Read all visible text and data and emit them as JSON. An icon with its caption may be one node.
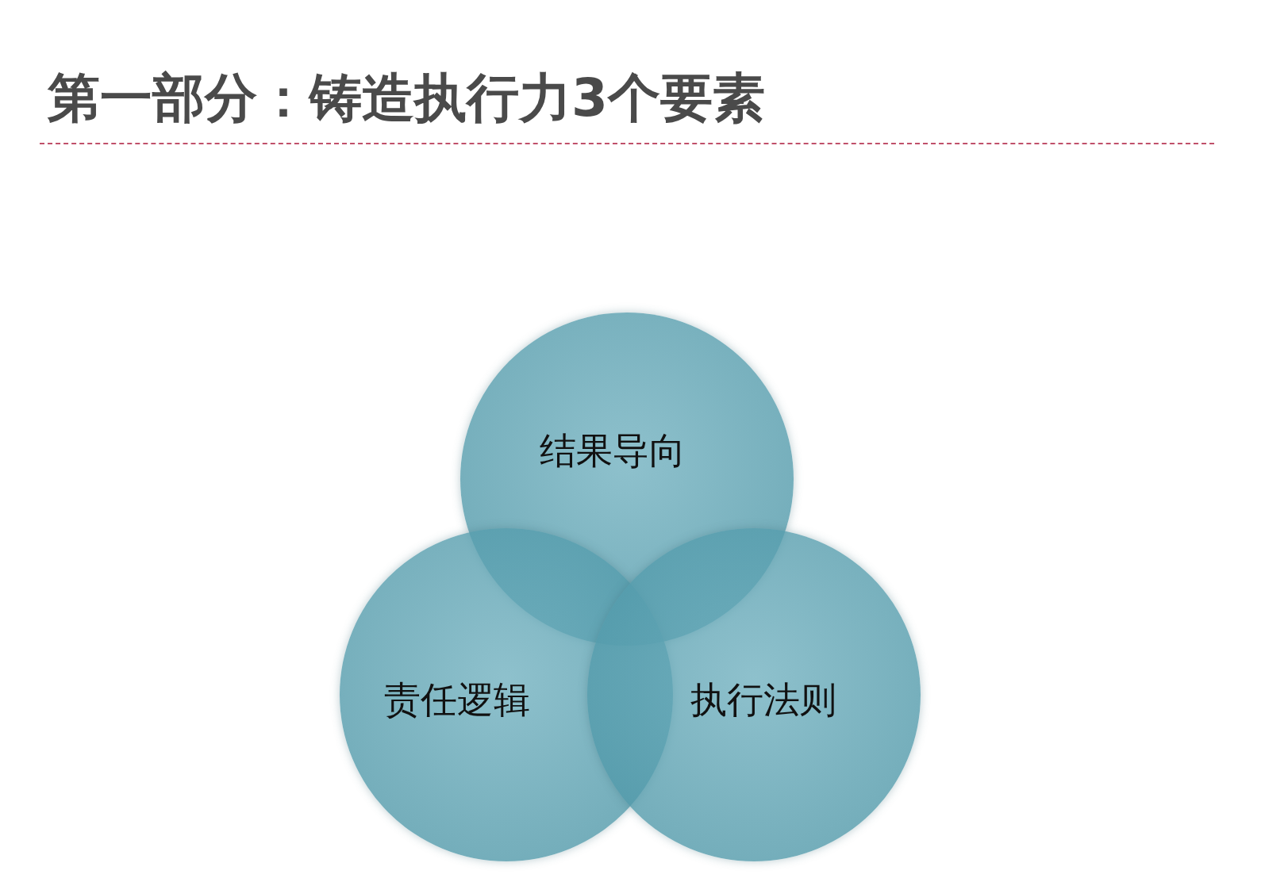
{
  "diagram": {
    "title": "第一部分：铸造执行力3个要素",
    "nodes": [
      {
        "text": [
          "结果导向"
        ]
      },
      {
        "text": [
          "责任逻辑"
        ]
      },
      {
        "text": [
          "执行法则"
        ]
      }
    ]
  }
}
